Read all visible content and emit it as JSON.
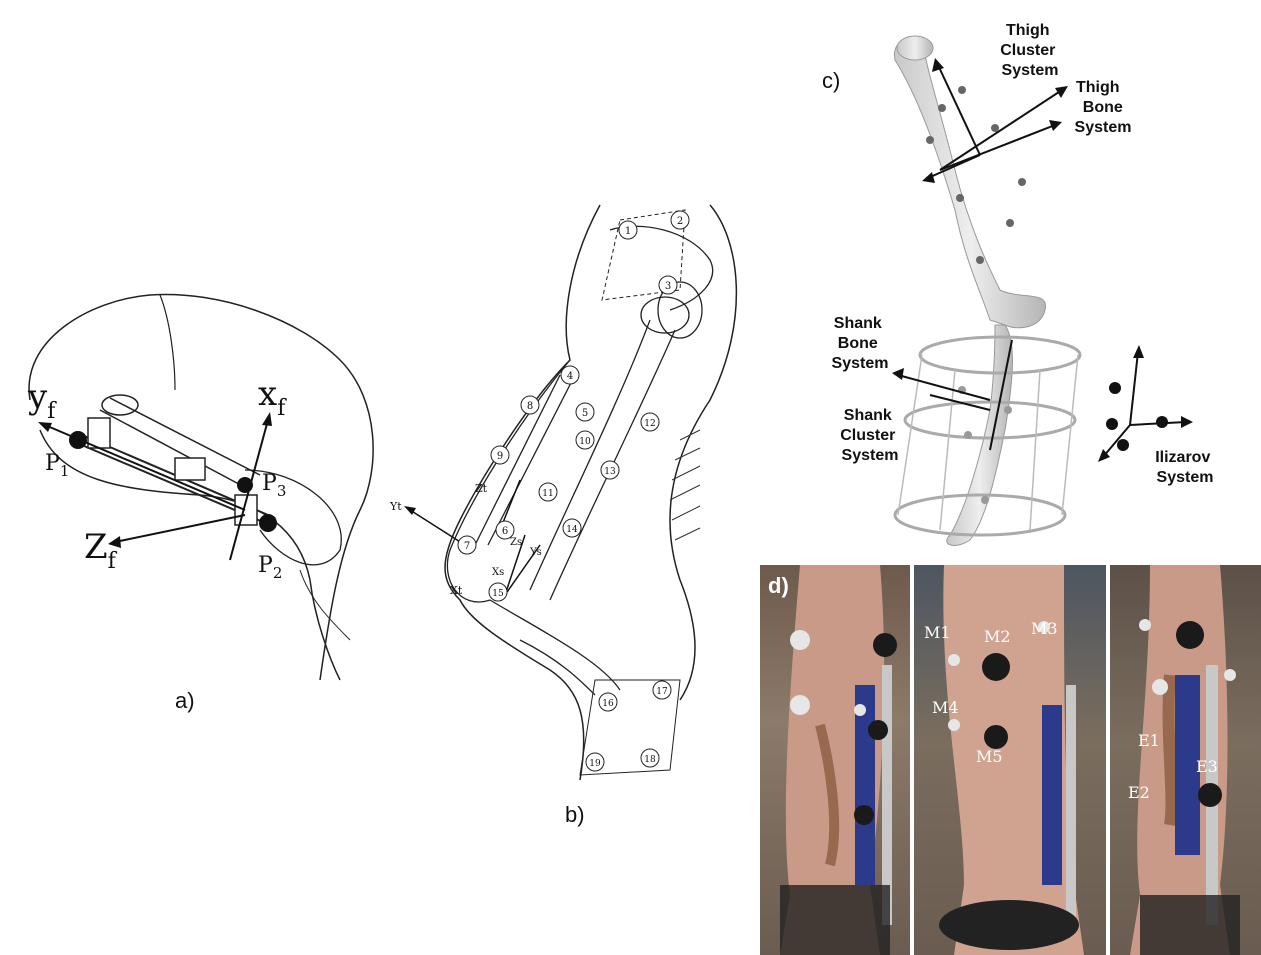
{
  "panel_a": {
    "caption": "a)",
    "axis_y_base": "y",
    "axis_y_sub": "f",
    "axis_x_base": "x",
    "axis_x_sub": "f",
    "axis_z_base": "Z",
    "axis_z_sub": "f",
    "p1_base": "P",
    "p1_sub": "1",
    "p2_base": "P",
    "p2_sub": "2",
    "p3_base": "P",
    "p3_sub": "3"
  },
  "panel_b": {
    "caption": "b)",
    "markers": [
      "1",
      "2",
      "3",
      "4",
      "5",
      "6",
      "7",
      "8",
      "9",
      "10",
      "11",
      "12",
      "13",
      "14",
      "15",
      "16",
      "17",
      "18",
      "19"
    ],
    "axis_labels": [
      "Yt",
      "Zt",
      "Zs",
      "Xs",
      "Ys",
      "Xt"
    ]
  },
  "panel_c": {
    "caption": "c)",
    "thigh_cluster": [
      "Thigh",
      "Cluster",
      "System"
    ],
    "thigh_bone": [
      "Thigh",
      "Bone",
      "System"
    ],
    "shank_bone": [
      "Shank",
      "Bone",
      "System"
    ],
    "shank_cluster": [
      "Shank",
      "Cluster",
      "System"
    ],
    "ilizarov": [
      "Ilizarov",
      "System"
    ]
  },
  "panel_d": {
    "caption": "d)",
    "markers_middle": [
      "M1",
      "M2",
      "M3",
      "M4",
      "M5"
    ],
    "markers_right": [
      "E1",
      "E2",
      "E3"
    ]
  }
}
